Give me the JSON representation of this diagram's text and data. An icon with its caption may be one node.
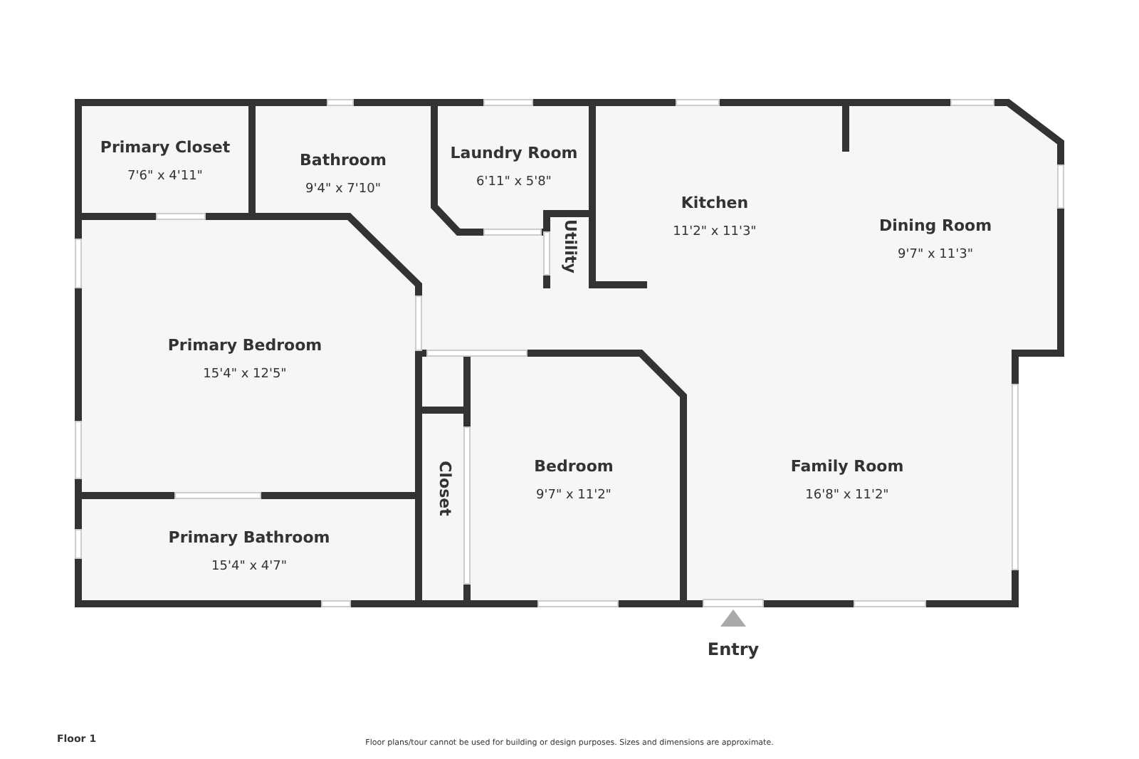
{
  "diagram": {
    "nodes": [
      {
        "text": [
          "Primary Closet",
          "7'6\" x 4'11\""
        ]
      },
      {
        "text": [
          "Bathroom",
          "9'4\" x 7'10\""
        ]
      },
      {
        "text": [
          "Laundry Room",
          "6'11\" x 5'8\""
        ]
      },
      {
        "text": [
          "Utility"
        ]
      },
      {
        "text": [
          "Kitchen",
          "11'2\" x 11'3\""
        ]
      },
      {
        "text": [
          "Dining Room",
          "9'7\" x 11'3\""
        ]
      },
      {
        "text": [
          "Primary Bedroom",
          "15'4\" x 12'5\""
        ]
      },
      {
        "text": [
          "Closet"
        ]
      },
      {
        "text": [
          "Bedroom",
          "9'7\" x 11'2\""
        ]
      },
      {
        "text": [
          "Family Room",
          "16'8\" x 11'2\""
        ]
      },
      {
        "text": [
          "Primary Bathroom",
          "15'4\" x 4'7\""
        ]
      }
    ],
    "labels": [
      "Entry",
      "Floor 1",
      "Floor plans/tour cannot be used for building or design purposes. Sizes and dimensions are approximate."
    ]
  }
}
